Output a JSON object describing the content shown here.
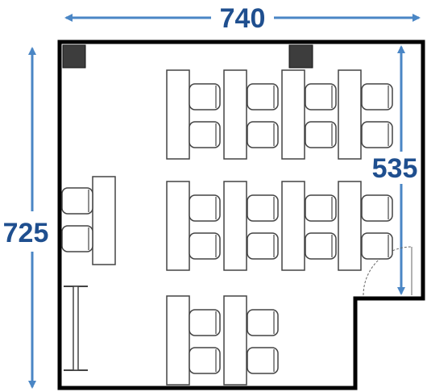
{
  "dimensions": {
    "top_width": "740",
    "left_height": "725",
    "right_height": "535"
  },
  "colors": {
    "arrow": "#4a86c5",
    "label": "#1f4f8f",
    "wall": "#000000",
    "column": "#3d3d3d",
    "furniture_stroke": "#444444",
    "door": "#666666"
  }
}
